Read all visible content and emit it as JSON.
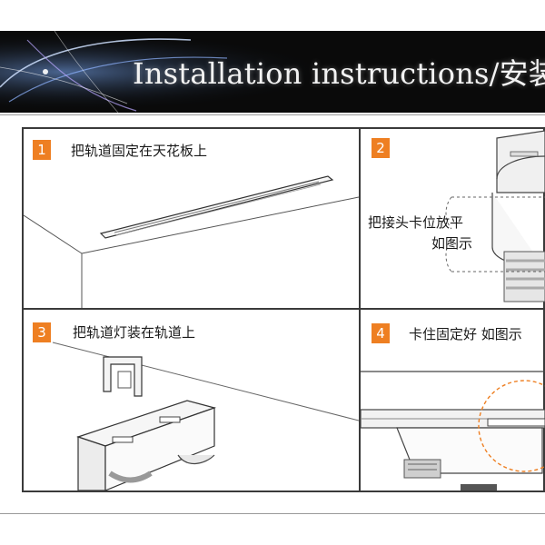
{
  "banner": {
    "title": "Installation instructions/安装"
  },
  "steps": [
    {
      "number": "1",
      "text": "把轨道固定在天花板上"
    },
    {
      "number": "2",
      "text_line1": "把接头卡位放平",
      "text_line2": "如图示"
    },
    {
      "number": "3",
      "text": "把轨道灯装在轨道上"
    },
    {
      "number": "4",
      "text": "卡住固定好  如图示"
    }
  ],
  "colors": {
    "badge": "#ee7f22",
    "banner_bg": "#0a0a0a",
    "grid_line": "#3a3a3a"
  }
}
